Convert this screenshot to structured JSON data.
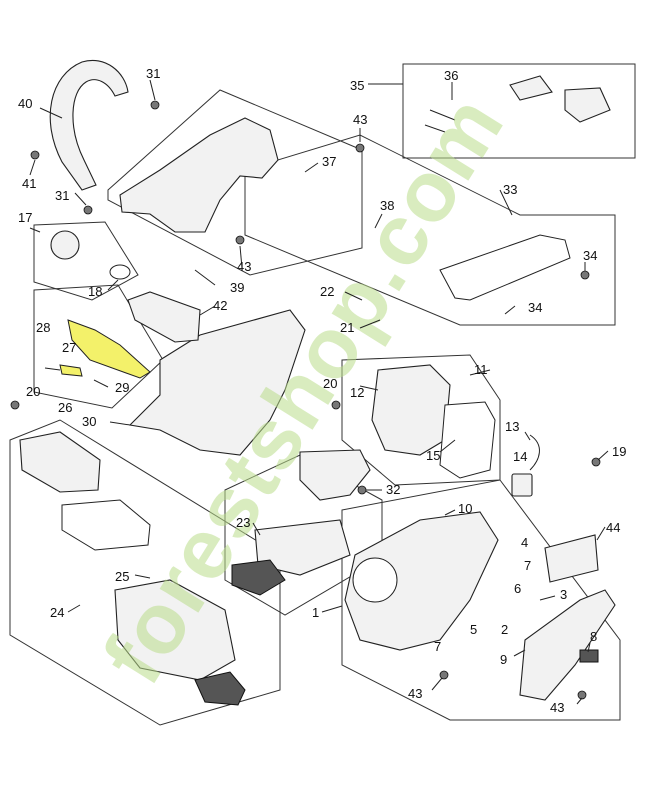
{
  "watermark": "forestshop.com",
  "accent_color": "#b9dd8a",
  "highlight_color": "#f3f16a",
  "labels": {
    "n1": "1",
    "n2": "2",
    "n3": "3",
    "n4": "4",
    "n5": "5",
    "n6": "6",
    "n7": "7",
    "n8": "8",
    "n9": "9",
    "n10": "10",
    "n11": "11",
    "n12": "12",
    "n13": "13",
    "n14": "14",
    "n15": "15",
    "n17": "17",
    "n18": "18",
    "n19": "19",
    "n20a": "20",
    "n20b": "20",
    "n21": "21",
    "n22": "22",
    "n23": "23",
    "n24": "24",
    "n25": "25",
    "n26": "26",
    "n27": "27",
    "n28": "28",
    "n29": "29",
    "n30": "30",
    "n31a": "31",
    "n31b": "31",
    "n32": "32",
    "n33": "33",
    "n34a": "34",
    "n34b": "34",
    "n35": "35",
    "n36": "36",
    "n37": "37",
    "n38": "38",
    "n39": "39",
    "n40": "40",
    "n41": "41",
    "n42": "42",
    "n43a": "43",
    "n43b": "43",
    "n43c": "43",
    "n43d": "43",
    "n44": "44"
  }
}
